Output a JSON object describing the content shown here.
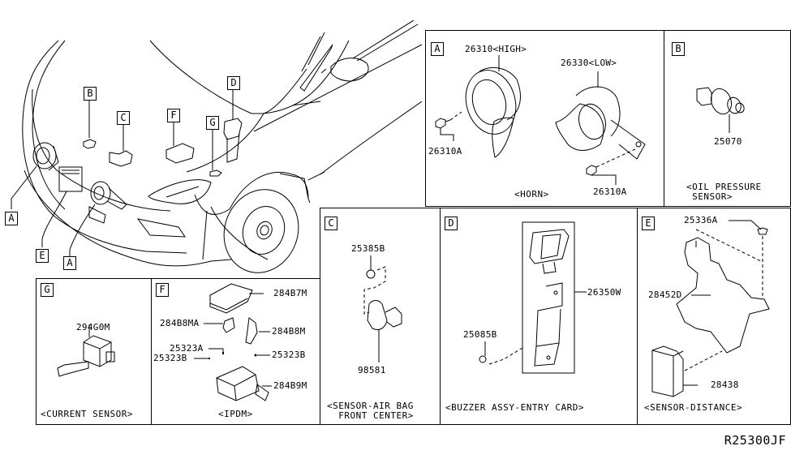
{
  "diagram": {
    "reference_code": "R25300JF",
    "overview": {
      "callouts": [
        "A",
        "B",
        "C",
        "D",
        "E",
        "F",
        "G",
        "A"
      ]
    },
    "sections": {
      "A": {
        "tag": "A",
        "caption": "<HORN>",
        "parts": {
          "horn_high": "26310<HIGH>",
          "horn_low": "26330<LOW>",
          "bolt_left": "26310A",
          "bolt_right": "26310A"
        }
      },
      "B": {
        "tag": "B",
        "caption": "<OIL PRESSURE\n SENSOR>",
        "parts": {
          "sensor": "25070"
        }
      },
      "C": {
        "tag": "C",
        "caption": "<SENSOR-AIR BAG\n  FRONT CENTER>",
        "parts": {
          "nut": "25385B",
          "sensor": "98581"
        }
      },
      "D": {
        "tag": "D",
        "caption": "<BUZZER ASSY-ENTRY CARD>",
        "parts": {
          "buzzer": "26350W",
          "nut": "25085B"
        }
      },
      "E": {
        "tag": "E",
        "caption": "<SENSOR-DISTANCE>",
        "parts": {
          "bolt": "25336A",
          "bracket": "28452D",
          "sensor": "28438"
        }
      },
      "F": {
        "tag": "F",
        "caption": "<IPDM>",
        "parts": {
          "cover": "284B7M",
          "cover_a": "284B8MA",
          "bracket": "284B8M",
          "bolt_a": "25323A",
          "bolt_b_left": "25323B",
          "bolt_b_right": "25323B",
          "base": "284B9M"
        }
      },
      "G": {
        "tag": "G",
        "caption": "<CURRENT SENSOR>",
        "parts": {
          "sensor": "294G0M"
        }
      }
    }
  }
}
